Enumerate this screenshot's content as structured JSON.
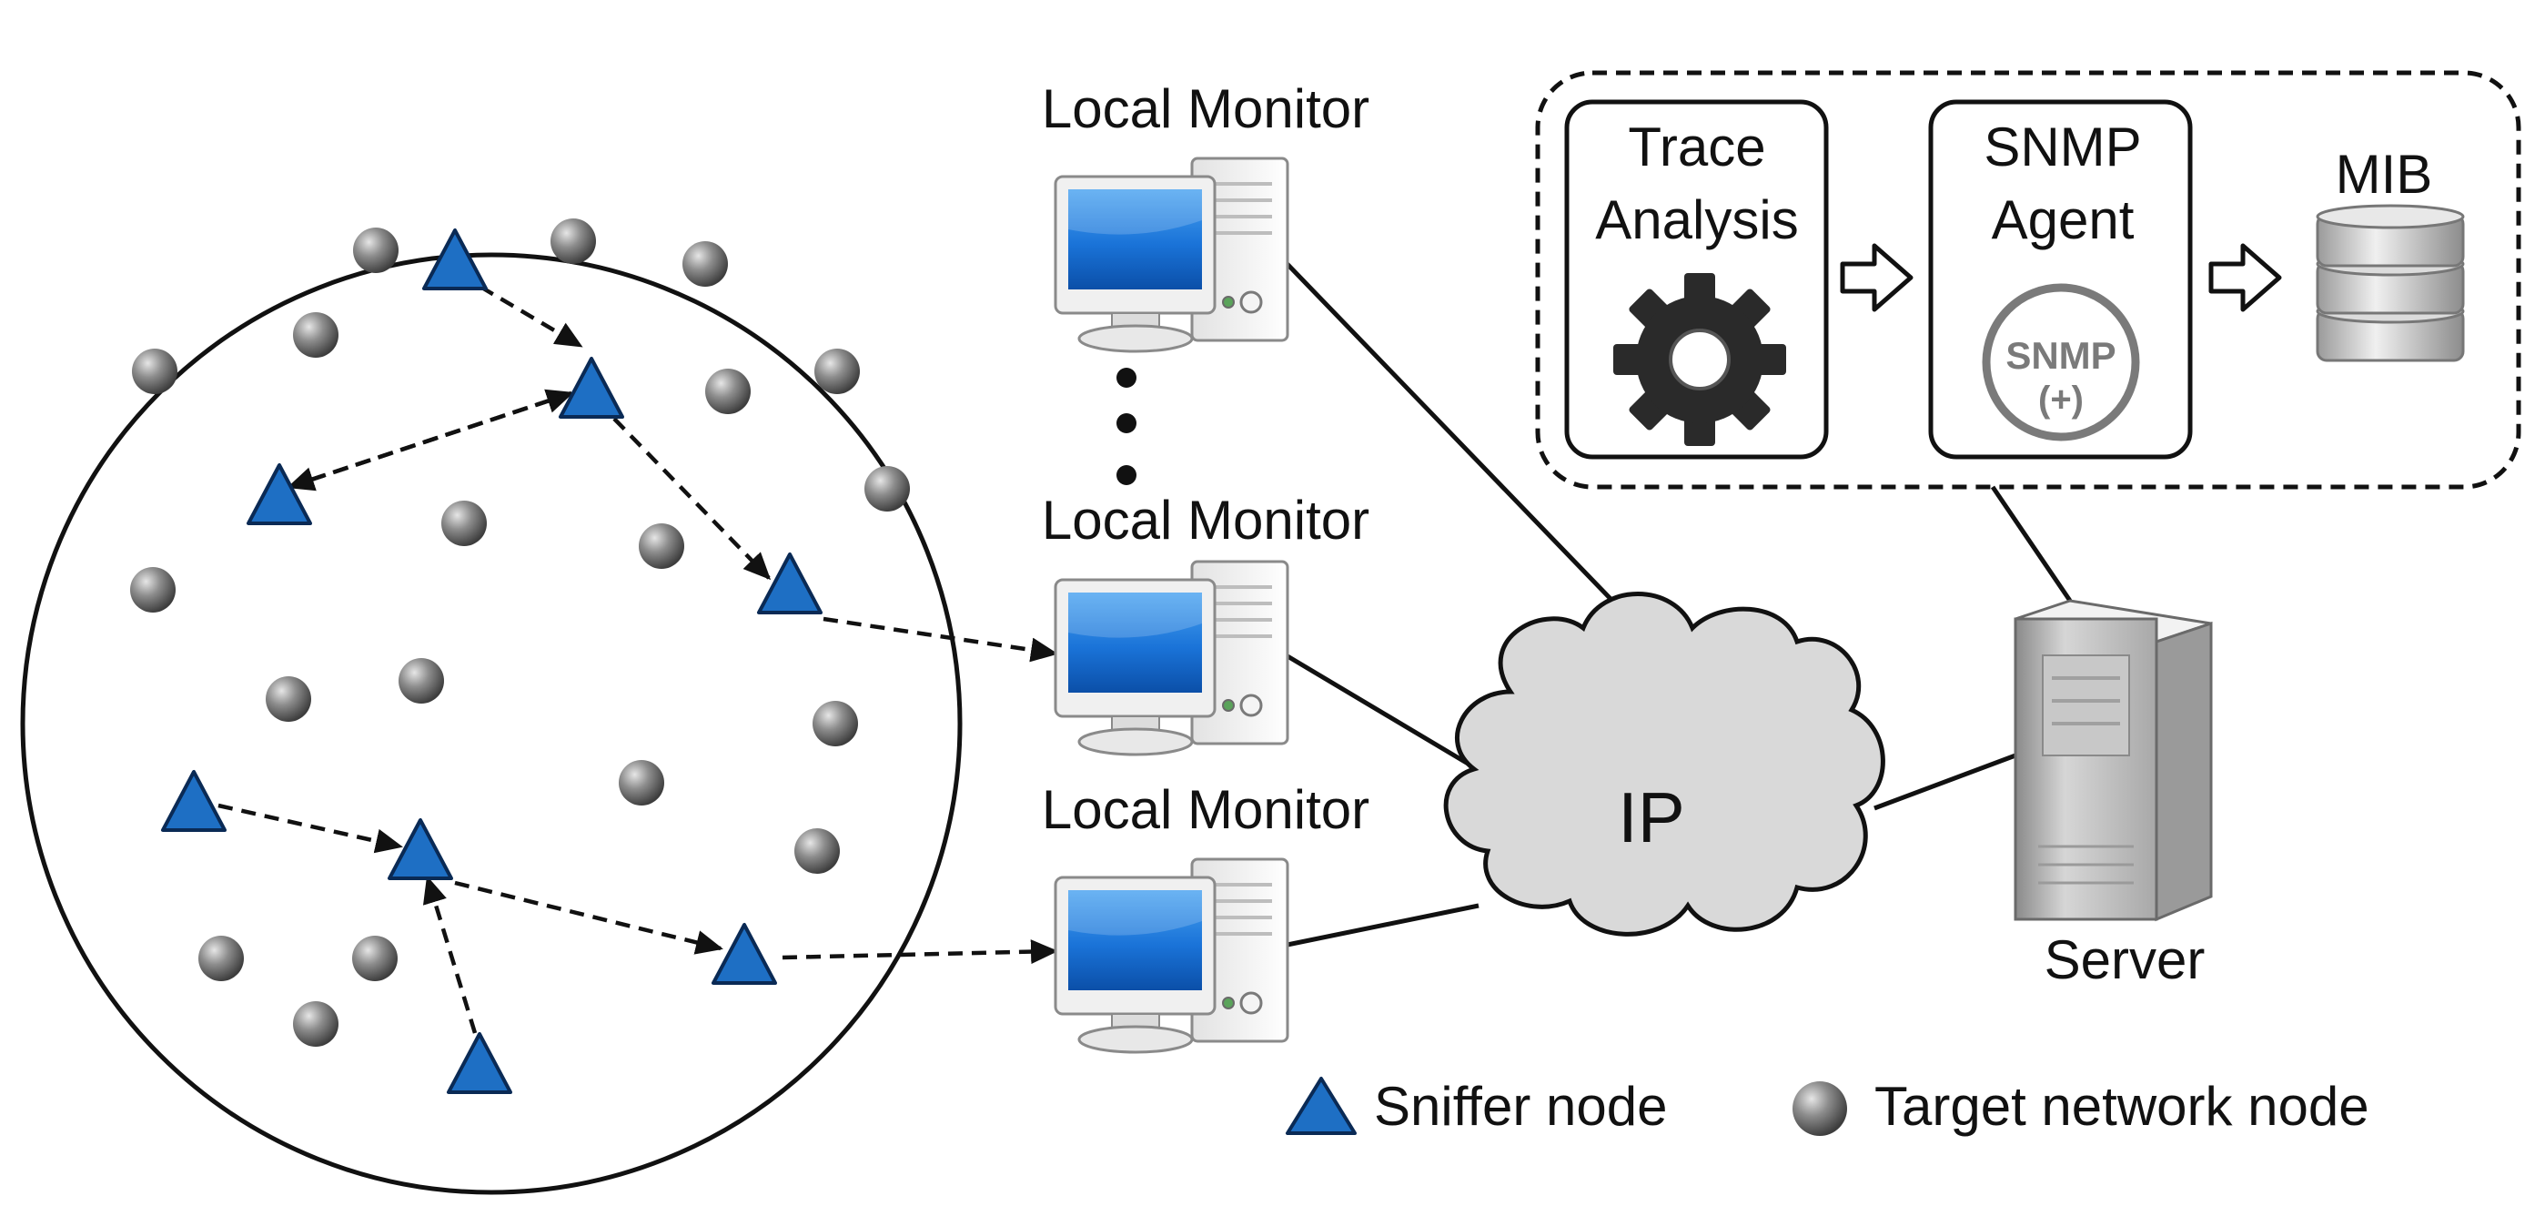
{
  "labels": {
    "local_monitor_1": "Local Monitor",
    "local_monitor_2": "Local Monitor",
    "local_monitor_3": "Local Monitor",
    "trace_analysis_line1": "Trace",
    "trace_analysis_line2": "Analysis",
    "snmp_agent_line1": "SNMP",
    "snmp_agent_line2": "Agent",
    "snmp_logo_text": "SNMP",
    "snmp_logo_plus": "(+)",
    "mib": "MIB",
    "ip": "IP",
    "server": "Server"
  },
  "legend": {
    "sniffer": "Sniffer node",
    "target": "Target network node"
  },
  "colors": {
    "sniffer_fill": "#1e6fc4",
    "sniffer_stroke": "#0a2a55",
    "target_fill": "#8a8a8a",
    "cloud_fill": "#d9d9d9",
    "screen_blue": "#1a73d8",
    "line": "#111111"
  },
  "icons": {
    "sniffer": "triangle",
    "target": "gray-sphere",
    "monitor": "desktop-computer",
    "cloud": "cloud",
    "server": "tower-server",
    "gear": "gear",
    "mib": "database-stack",
    "arrow": "hollow-right-arrow"
  }
}
